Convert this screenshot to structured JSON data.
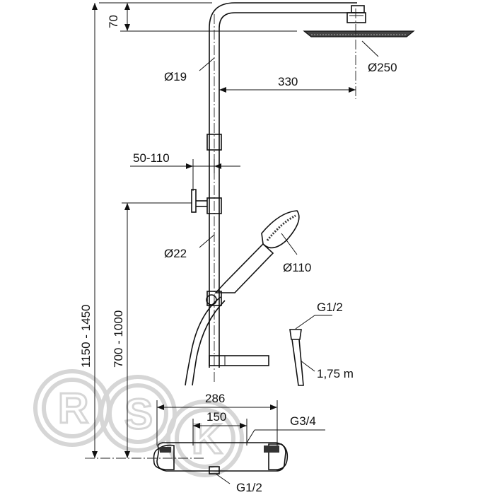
{
  "dimensions": {
    "top_offset": "70",
    "pipe_upper_dia": "Ø19",
    "head_dia": "Ø250",
    "arm_length": "330",
    "bracket_range": "50-110",
    "pipe_lower_dia": "Ø22",
    "handshower_dia": "Ø110",
    "inlet_thread": "G1/2",
    "hose_length": "1,75 m",
    "total_height": "1150 - 1450",
    "lower_height": "700 - 1000",
    "mixer_width": "286",
    "inlet_spacing": "150",
    "outlet_thread": "G3/4",
    "bottom_thread": "G1/2"
  },
  "watermark": {
    "letters": [
      "R",
      "S",
      "K"
    ]
  }
}
